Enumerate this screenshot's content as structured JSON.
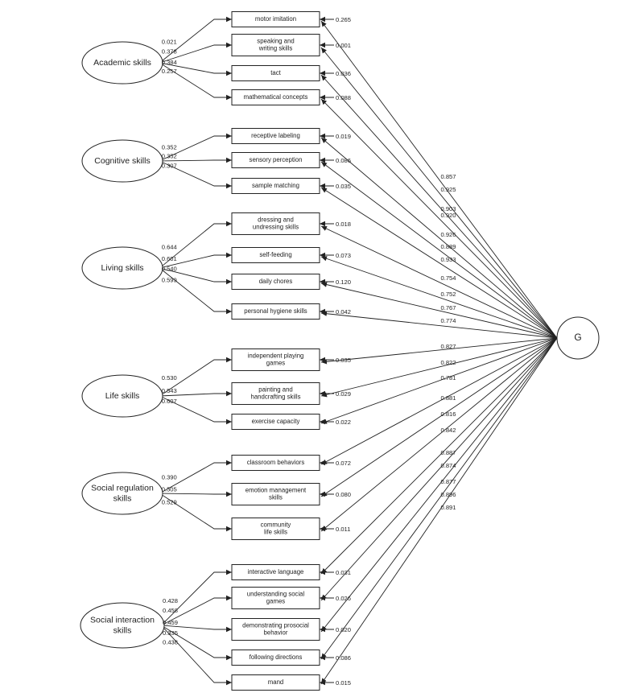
{
  "general_factor": "G",
  "factors": [
    {
      "name": "Academic skills",
      "indicators": [
        {
          "label": "motor imitation",
          "loading": "0.021",
          "residual": "0.265",
          "g_loading": "0.857"
        },
        {
          "label": "speaking and\nwriting skills",
          "loading": "0.378",
          "residual": "0.001",
          "g_loading": "0.925"
        },
        {
          "label": "tact",
          "loading": "0.384",
          "residual": "0.036",
          "g_loading": "0.903"
        },
        {
          "label": "mathematical concepts",
          "loading": "0.257",
          "residual": "0.088",
          "g_loading": "0.920"
        }
      ]
    },
    {
      "name": "Cognitive skills",
      "indicators": [
        {
          "label": "receptive labeling",
          "loading": "0.352",
          "residual": "0.019",
          "g_loading": "0.926"
        },
        {
          "label": "sensory perception",
          "loading": "0.352",
          "residual": "0.086",
          "g_loading": "0.889"
        },
        {
          "label": "sample matching",
          "loading": "0.307",
          "residual": "0.035",
          "g_loading": "0.933"
        }
      ]
    },
    {
      "name": "Living skills",
      "indicators": [
        {
          "label": "dressing and\nundressing skills",
          "loading": "0.644",
          "residual": "0.018",
          "g_loading": "0.754"
        },
        {
          "label": "self-feeding",
          "loading": "0.601",
          "residual": "0.073",
          "g_loading": "0.752"
        },
        {
          "label": "daily chores",
          "loading": "0.540",
          "residual": "0.120",
          "g_loading": "0.767"
        },
        {
          "label": "personal hygiene skills",
          "loading": "0.599",
          "residual": "0.042",
          "g_loading": "0.774"
        }
      ]
    },
    {
      "name": "Life skills",
      "indicators": [
        {
          "label": "independent playing\ngames",
          "loading": "0.530",
          "residual": "0.035",
          "g_loading": "0.827"
        },
        {
          "label": "painting and\nhandcrafting skills",
          "loading": "0.543",
          "residual": "0.029",
          "g_loading": "0.822"
        },
        {
          "label": "exercise capacity",
          "loading": "0.607",
          "residual": "0.022",
          "g_loading": "0.781"
        }
      ]
    },
    {
      "name": "Social regulation\nskills",
      "indicators": [
        {
          "label": "classroom behaviors",
          "loading": "0.390",
          "residual": "0.072",
          "g_loading": "0.881"
        },
        {
          "label": "emotion management\nskills",
          "loading": "0.505",
          "residual": "0.080",
          "g_loading": "0.816"
        },
        {
          "label": "community\nlife skills",
          "loading": "0.529",
          "residual": "0.011",
          "g_loading": "0.842"
        }
      ]
    },
    {
      "name": "Social interaction\nskills",
      "indicators": [
        {
          "label": "interactive language",
          "loading": "0.428",
          "residual": "0.031",
          "g_loading": "0.887"
        },
        {
          "label": "understanding social\ngames",
          "loading": "0.458",
          "residual": "0.026",
          "g_loading": "0.874"
        },
        {
          "label": "demonstrating prosocial\nbehavior",
          "loading": "0.459",
          "residual": "0.020",
          "g_loading": "0.877"
        },
        {
          "label": "following directions",
          "loading": "0.335",
          "residual": "0.086",
          "g_loading": "0.896"
        },
        {
          "label": "mand",
          "loading": "0.438",
          "residual": "0.015",
          "g_loading": "0.891"
        }
      ]
    }
  ]
}
